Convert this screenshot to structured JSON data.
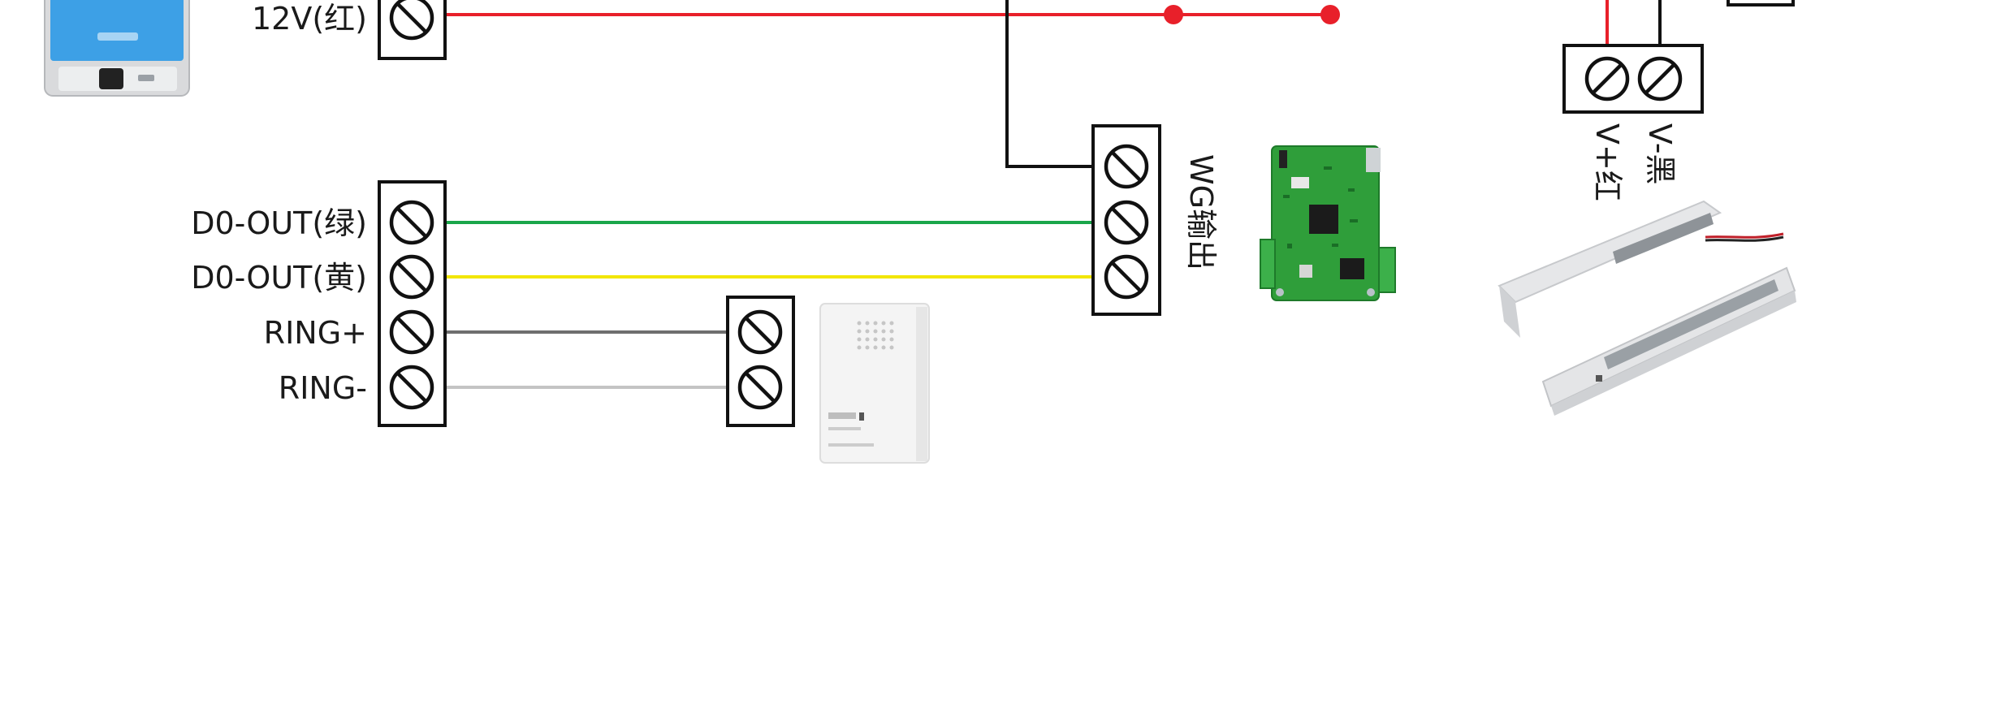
{
  "labels": {
    "power_12v": "12V(红)",
    "d0_green": "D0-OUT(绿)",
    "d0_yellow": "D0-OUT(黄)",
    "ring_plus": "RING+",
    "ring_minus": "RING-",
    "wg_output": "WG输出",
    "v_plus_red": "V+红",
    "v_minus_black": "V-黑"
  },
  "colors": {
    "red_wire": "#e8202a",
    "green_wire": "#1aa64a",
    "yellow_wire": "#f2e600",
    "gray_wire": "#6e6e6e",
    "light_gray_wire": "#c4c4c4",
    "black_wire": "#111111",
    "pcb_green": "#2f9e3a"
  },
  "icons": {
    "device": "face-recognition-terminal",
    "doorbell": "doorbell-chime",
    "controller": "wiegand-controller-board",
    "lock": "magnetic-lock"
  }
}
